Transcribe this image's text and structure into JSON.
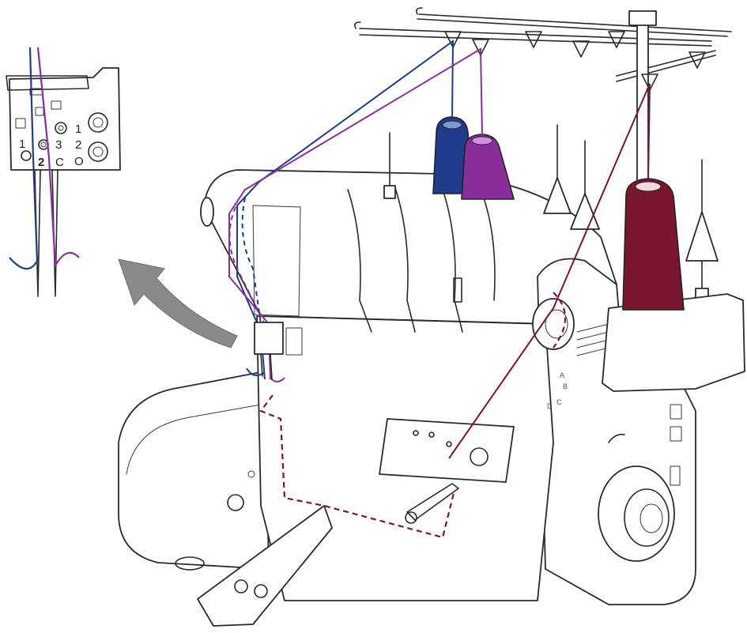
{
  "colors": {
    "thread_blue": "#1f3c8c",
    "thread_purple": "#8a2e9c",
    "thread_maroon": "#7a1630",
    "arrow_gray": "#8a8a8a",
    "outline": "#2a2a2a"
  },
  "inset": {
    "needle_labels": {
      "left_1": "1",
      "left_2": "2",
      "middle_3": "3",
      "middle_c": "C",
      "right_1": "1",
      "right_2": "2",
      "right_o": "O"
    }
  },
  "dial_letters": {
    "a": "A",
    "b": "B",
    "c": "C",
    "d": "D"
  }
}
